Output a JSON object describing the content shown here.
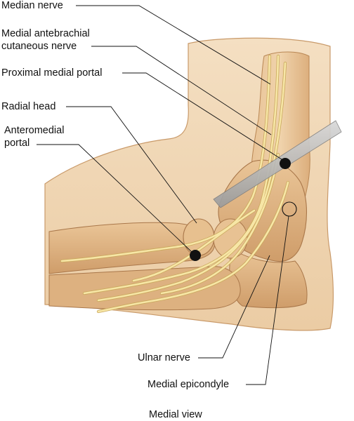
{
  "labels": {
    "median_nerve": "Median nerve",
    "medial_antebrachial_line1": "Medial antebrachial",
    "medial_antebrachial_line2": "cutaneous nerve",
    "proximal_medial_portal": "Proximal medial portal",
    "radial_head": "Radial head",
    "anteromedial_line1": "Anteromedial",
    "anteromedial_line2": "portal",
    "ulnar_nerve": "Ulnar nerve",
    "medial_epicondyle": "Medial epicondyle"
  },
  "caption": "Medial view",
  "colors": {
    "skin": "#f2d9b9",
    "skin_shadow": "#e3bf95",
    "bone": "#e2b88c",
    "bone_dark": "#c99866",
    "nerve": "#f7e6a6",
    "nerve_edge": "#c9a85c",
    "leader": "#111111",
    "portal": "#111111",
    "instrument": "#b9b9b9"
  }
}
